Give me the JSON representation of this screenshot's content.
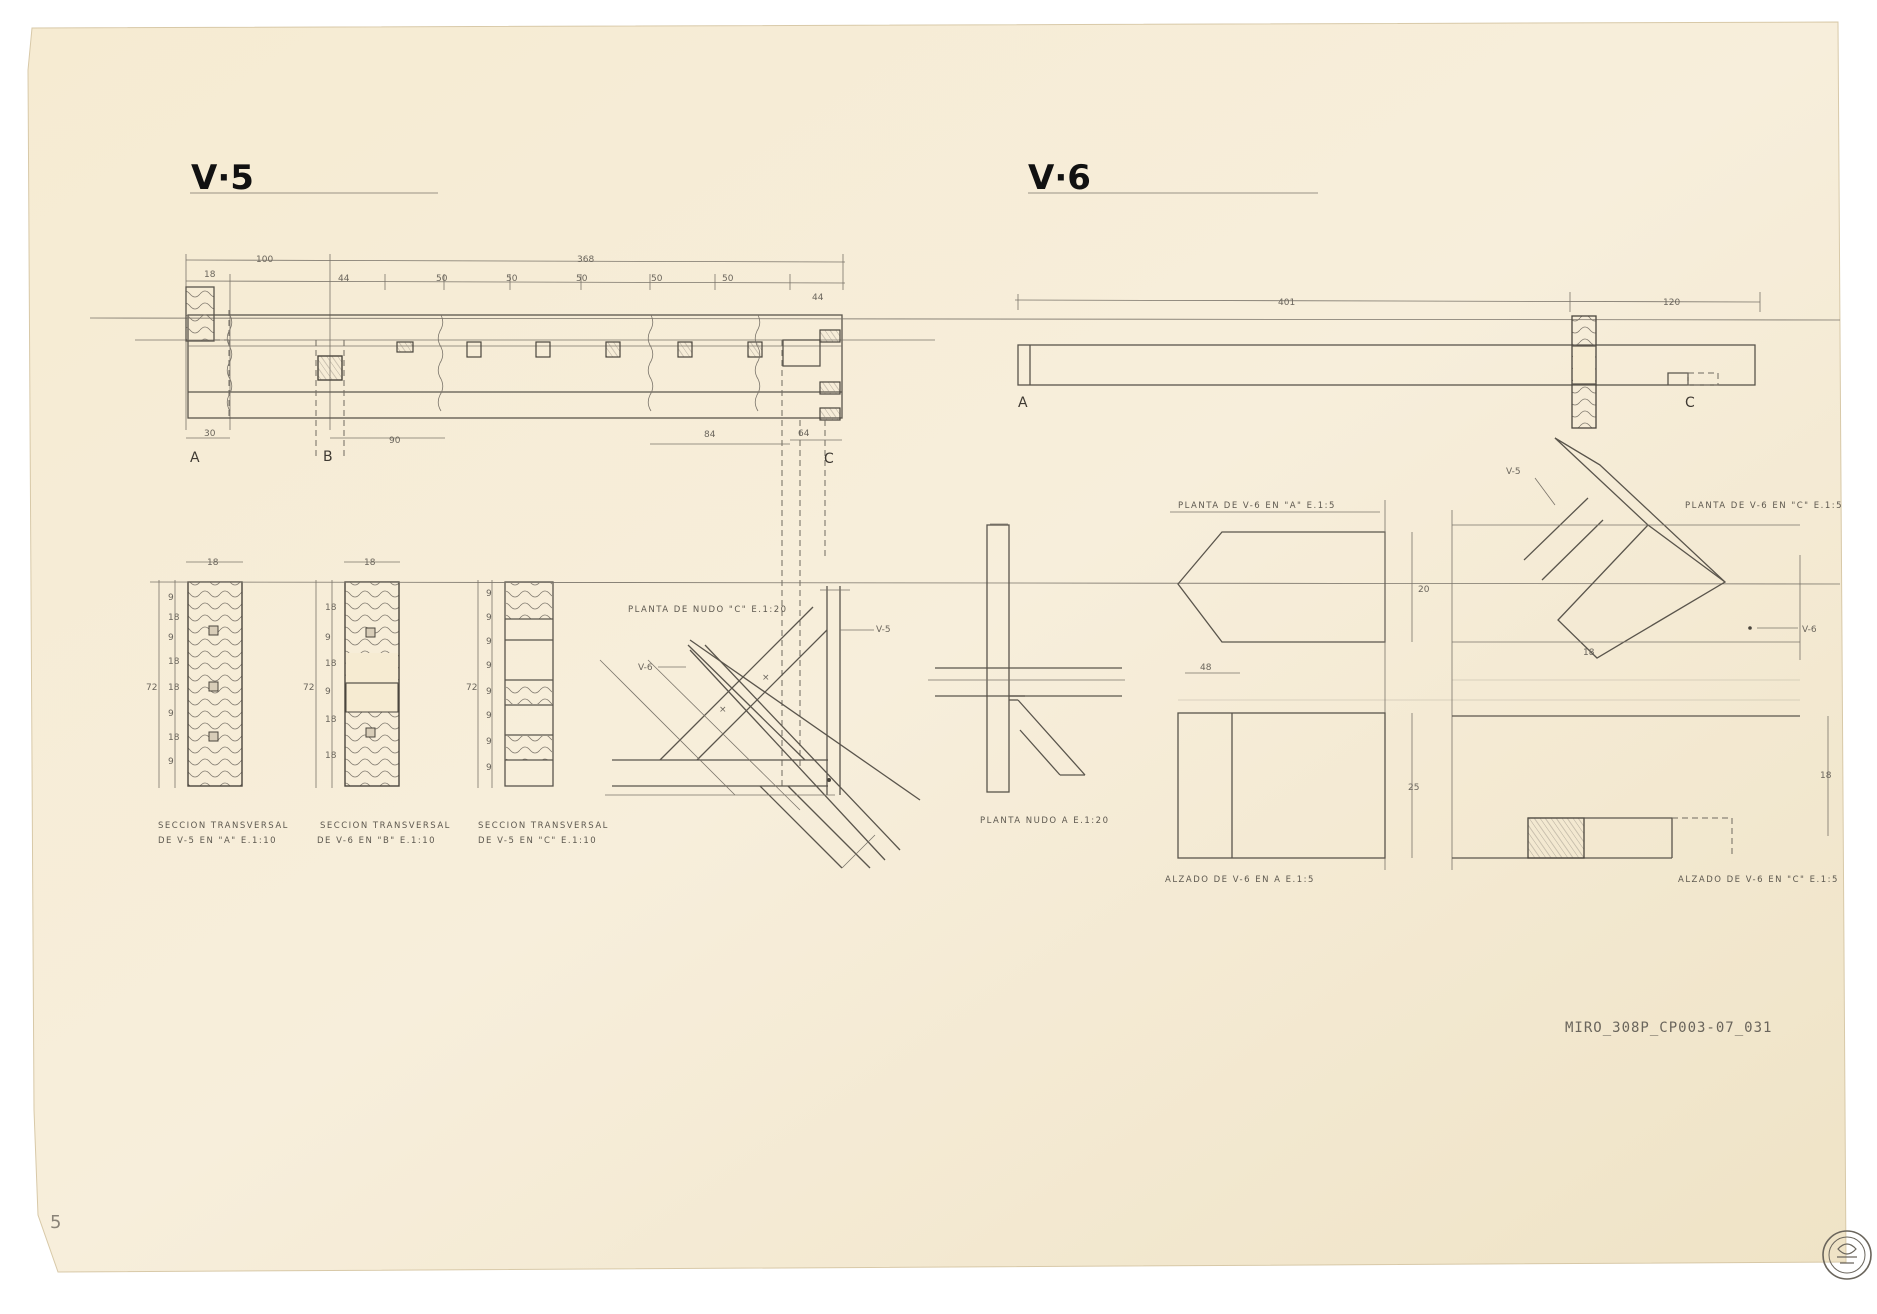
{
  "sheet": {
    "left_title": "V·5",
    "right_title": "V·6",
    "archive_code": "MIRO_308P_CP003-07_031",
    "corner_mark": "5"
  },
  "v5": {
    "dims_top": [
      "18",
      "100",
      "368",
      "44",
      "50",
      "50",
      "50",
      "50",
      "50",
      "44"
    ],
    "dims_bottom": [
      "30",
      "90",
      "84",
      "64"
    ],
    "points": [
      "A",
      "B",
      "C"
    ]
  },
  "sections": [
    {
      "caption_1": "SECCION TRANSVERSAL",
      "caption_2": "DE V-5 EN \"A\" E.1:10",
      "width": "18",
      "height": "72",
      "dims": [
        "9",
        "18",
        "9",
        "18",
        "18",
        "9",
        "18",
        "9"
      ]
    },
    {
      "caption_1": "SECCION TRANSVERSAL",
      "caption_2": "DE V-6 EN \"B\" E.1:10",
      "width": "18",
      "height": "72",
      "dims": [
        "18",
        "9",
        "18",
        "9",
        "18",
        "18"
      ]
    },
    {
      "caption_1": "SECCION TRANSVERSAL",
      "caption_2": "DE V-5 EN \"C\" E.1:10",
      "width": "",
      "height": "72",
      "dims": [
        "9",
        "9",
        "9",
        "9",
        "9",
        "9",
        "9",
        "9"
      ]
    }
  ],
  "node_c": {
    "caption": "PLANTA DE NUDO \"C\" E.1:20",
    "label_v5": "V-5",
    "label_v6": "V-6"
  },
  "node_a": {
    "caption": "PLANTA NUDO A E.1:20"
  },
  "v6": {
    "dims": [
      "401",
      "120"
    ],
    "points": [
      "A",
      "C"
    ]
  },
  "v6_details": {
    "plan_a_caption": "PLANTA DE V-6 EN \"A\" E.1:5",
    "plan_c_caption": "PLANTA DE V-6 EN \"C\" E.1:5",
    "elev_a_caption": "ALZADO DE V-6 EN A E.1:5",
    "elev_c_caption": "ALZADO DE V-6 EN \"C\" E.1:5",
    "dim_20": "20",
    "dim_25": "25",
    "dim_18": "18",
    "dim_18b": "18",
    "dim_48": "48",
    "label_v5": "V-5",
    "label_v6": "V-6"
  }
}
